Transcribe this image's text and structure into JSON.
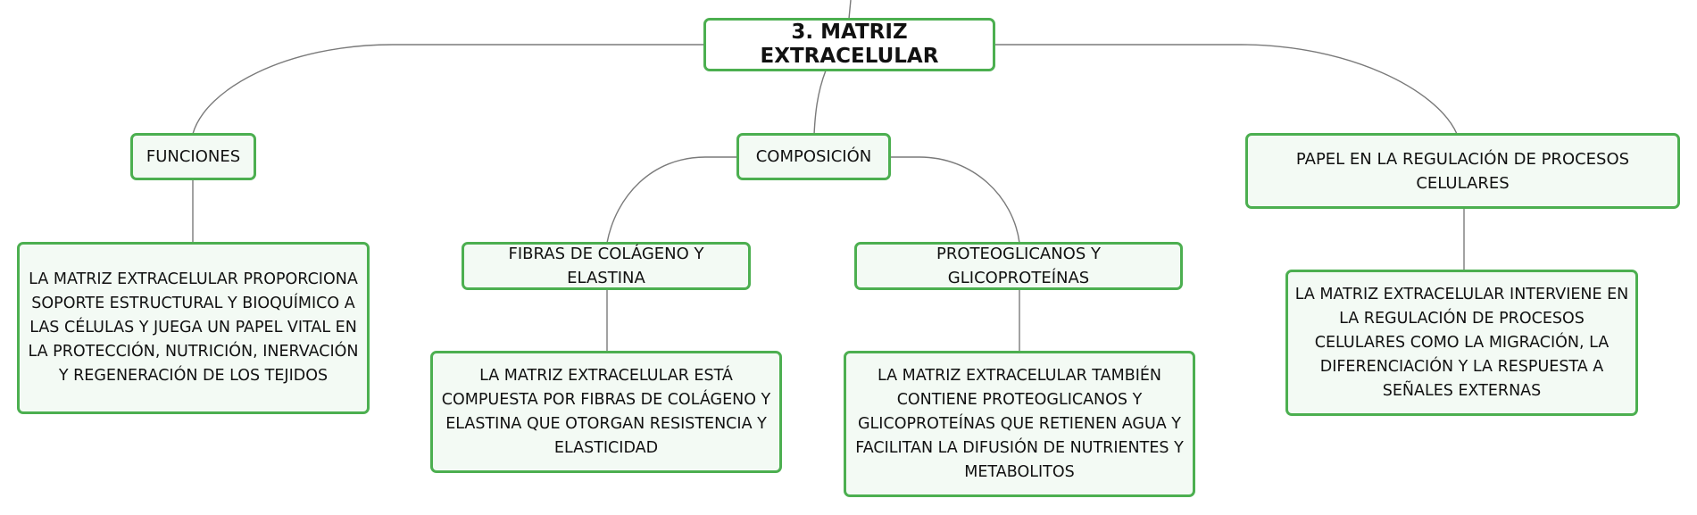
{
  "colors": {
    "border": "#4caf50",
    "fill": "#f3faf4",
    "connector": "#7a7a7a"
  },
  "root": {
    "label": "3. MATRIZ EXTRACELULAR"
  },
  "branches": {
    "funciones": {
      "label": "FUNCIONES",
      "detail": "LA MATRIZ EXTRACELULAR PROPORCIONA SOPORTE ESTRUCTURAL Y BIOQUÍMICO A LAS CÉLULAS Y JUEGA UN PAPEL VITAL EN LA PROTECCIÓN, NUTRICIÓN, INERVACIÓN Y REGENERACIÓN DE LOS TEJIDOS"
    },
    "composicion": {
      "label": "COMPOSICIÓN",
      "fibras": {
        "label": "FIBRAS DE COLÁGENO Y ELASTINA",
        "detail": "LA MATRIZ EXTRACELULAR ESTÁ COMPUESTA POR FIBRAS DE COLÁGENO Y ELASTINA QUE OTORGAN RESISTENCIA Y ELASTICIDAD"
      },
      "proteoglicanos": {
        "label": "PROTEOGLICANOS Y GLICOPROTEÍNAS",
        "detail": "LA MATRIZ EXTRACELULAR TAMBIÉN CONTIENE PROTEOGLICANOS Y GLICOPROTEÍNAS QUE RETIENEN AGUA Y FACILITAN LA DIFUSIÓN DE NUTRIENTES Y METABOLITOS"
      }
    },
    "papel": {
      "label": "PAPEL EN LA REGULACIÓN DE PROCESOS CELULARES",
      "detail": "LA MATRIZ EXTRACELULAR INTERVIENE EN LA REGULACIÓN DE PROCESOS CELULARES COMO LA MIGRACIÓN, LA DIFERENCIACIÓN Y LA RESPUESTA A SEÑALES EXTERNAS"
    }
  }
}
